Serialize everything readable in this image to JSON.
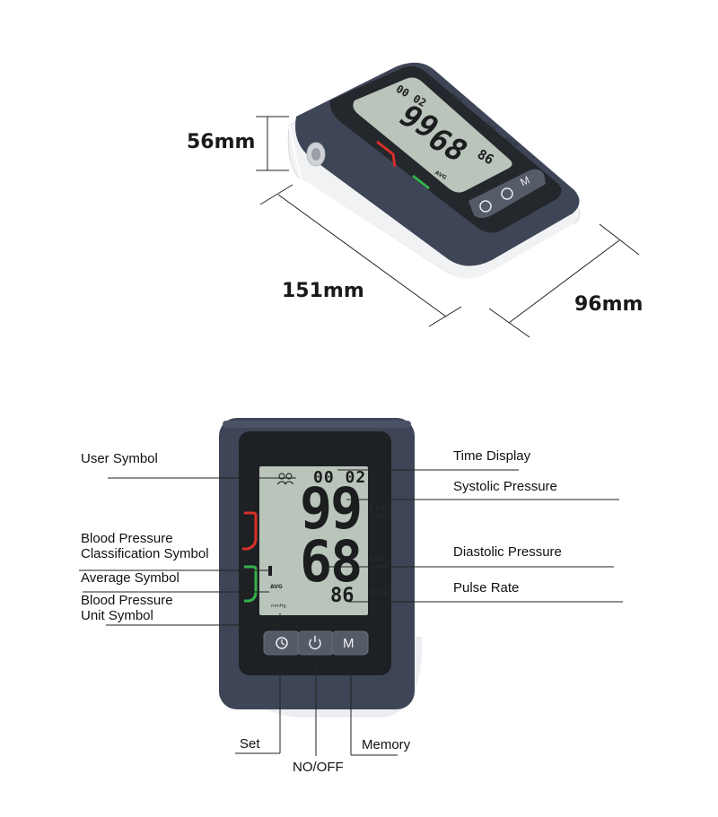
{
  "dimensions": {
    "height": "56mm",
    "length": "151mm",
    "depth": "96mm"
  },
  "display": {
    "time": "00 02",
    "sys_value": "99",
    "dia_value": "68",
    "pulse_value": "86",
    "sys_label": "SYS",
    "dia_label": "DIA",
    "pulse_label": "PULSE",
    "unit_small": "mmHg",
    "avg_label": "AVG"
  },
  "buttons": {
    "memory": "M"
  },
  "callouts": {
    "user_symbol": "User Symbol",
    "bp_class_line1": "Blood Pressure",
    "bp_class_line2": "Classification Symbol",
    "average_symbol": "Average Symbol",
    "bp_unit_line1": "Blood Pressure",
    "bp_unit_line2": "Unit Symbol",
    "time_display": "Time Display",
    "systolic": "Systolic Pressure",
    "diastolic": "Diastolic Pressure",
    "pulse_rate": "Pulse Rate",
    "set": "Set",
    "no_off": "NO/OFF",
    "memory": "Memory"
  },
  "colors": {
    "body": "#3d4556",
    "lcd": "#b9c4ba",
    "red": "#d8302a",
    "green": "#35b24a"
  }
}
